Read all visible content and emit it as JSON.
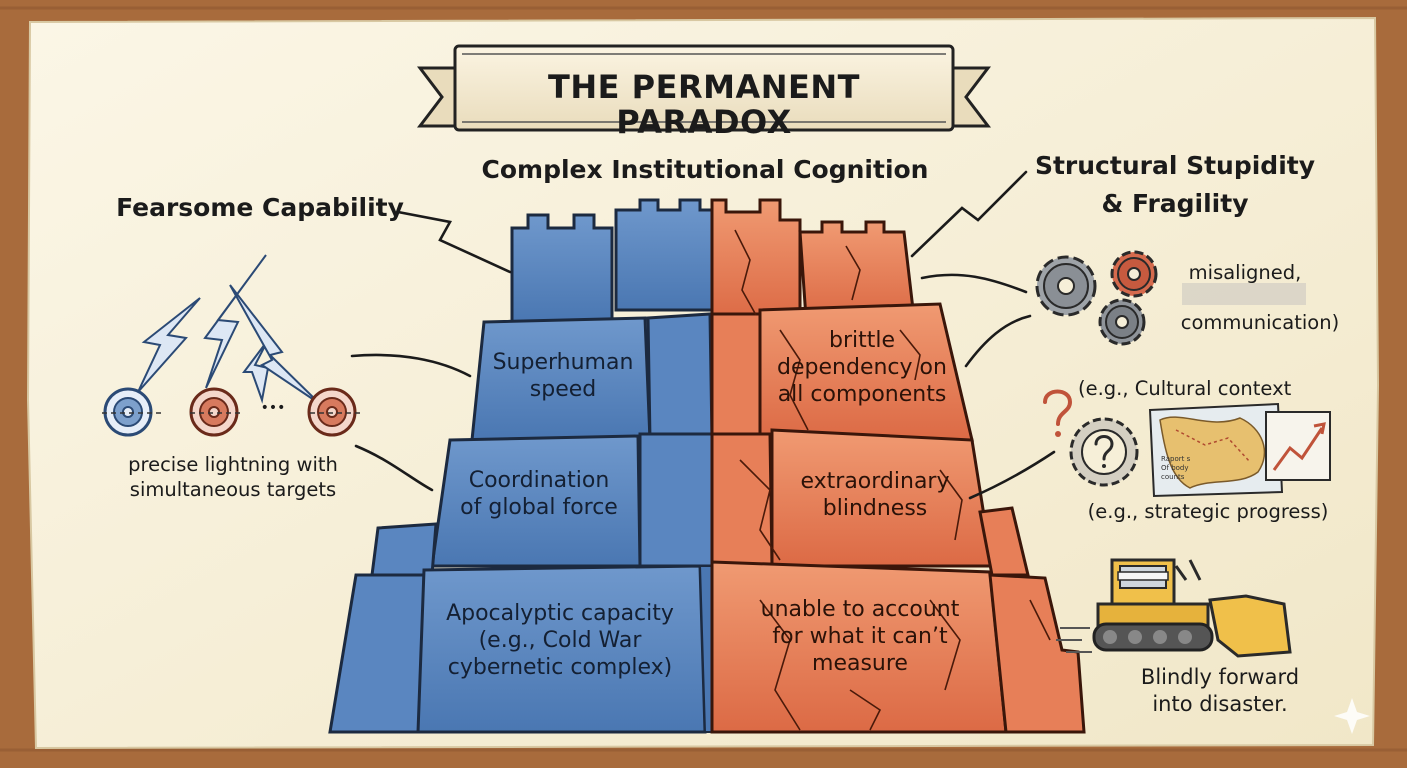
{
  "title": "THE PERMANENT PARADOX",
  "center_heading": "Complex Institutional Cognition",
  "left": {
    "heading": "Fearsome Capability",
    "targets_caption_line1": "precise lightning with",
    "targets_caption_line2": "simultaneous targets",
    "ellipsis": "•••",
    "blocks": [
      {
        "line1": "Superhuman",
        "line2": "speed"
      },
      {
        "line1": "Coordination",
        "line2": "of global force"
      },
      {
        "line1": "Apocalyptic capacity",
        "line2": "(e.g., Cold War",
        "line3": "cybernetic complex)"
      }
    ]
  },
  "right": {
    "heading_line1": "Structural Stupidity",
    "heading_line2": "& Fragility",
    "gears_label_line1": "misaligned,",
    "gears_label_line3": "communication)",
    "blind_spots_top": "(e.g., Cultural context",
    "blind_spots_bottom": "(e.g., strategic progress)",
    "map_note_line1": "Raport s",
    "map_note_line2": "Of body",
    "map_note_line3": "counts",
    "bulldozer_caption_line1": "Blindly forward",
    "bulldozer_caption_line2": "into disaster.",
    "blocks": [
      {
        "line1": "brittle",
        "line2": "dependency on",
        "line3": "all components"
      },
      {
        "line1": "extraordinary",
        "line2": "blindness"
      },
      {
        "line1": "unable to account",
        "line2": "for what it can’t",
        "line3": "measure"
      }
    ]
  },
  "colors": {
    "wood": "#a86b3c",
    "paper": "#f6efd8",
    "blue": "#4a77b2",
    "red": "#dd6a46",
    "ink": "#1b1b1b"
  }
}
